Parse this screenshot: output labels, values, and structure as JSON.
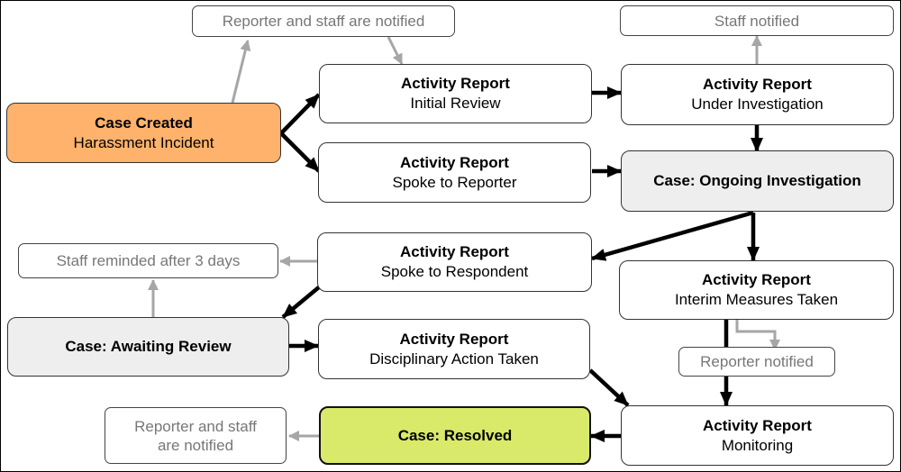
{
  "colors": {
    "case_created_fill": "#ffb26b",
    "state_fill": "#eeeeee",
    "resolved_fill": "#d9ea6a",
    "main_flow_arrow": "#000000",
    "notification_arrow": "#a6a6a6",
    "note_text": "#777777"
  },
  "nodes": {
    "case_created": {
      "title": "Case Created",
      "subtitle": "Harassment Incident"
    },
    "initial_review": {
      "title": "Activity Report",
      "subtitle": "Initial Review"
    },
    "spoke_reporter": {
      "title": "Activity Report",
      "subtitle": "Spoke to Reporter"
    },
    "under_investigation": {
      "title": "Activity Report",
      "subtitle": "Under Investigation"
    },
    "ongoing_investigation": {
      "title": "Case: Ongoing Investigation"
    },
    "spoke_respondent": {
      "title": "Activity Report",
      "subtitle": "Spoke to Respondent"
    },
    "interim_measures": {
      "title": "Activity Report",
      "subtitle": "Interim Measures Taken"
    },
    "awaiting_review": {
      "title": "Case: Awaiting Review"
    },
    "disciplinary_action": {
      "title": "Activity Report",
      "subtitle": "Disciplinary Action Taken"
    },
    "monitoring": {
      "title": "Activity Report",
      "subtitle": "Monitoring"
    },
    "resolved": {
      "title": "Case: Resolved"
    }
  },
  "notes": {
    "reporter_staff_notified_top": "Reporter and staff are notified",
    "staff_notified": "Staff notified",
    "staff_reminded": "Staff reminded after 3 days",
    "reporter_notified": "Reporter notified",
    "reporter_staff_notified_bottom_line1": "Reporter and staff",
    "reporter_staff_notified_bottom_line2": "are notified"
  }
}
